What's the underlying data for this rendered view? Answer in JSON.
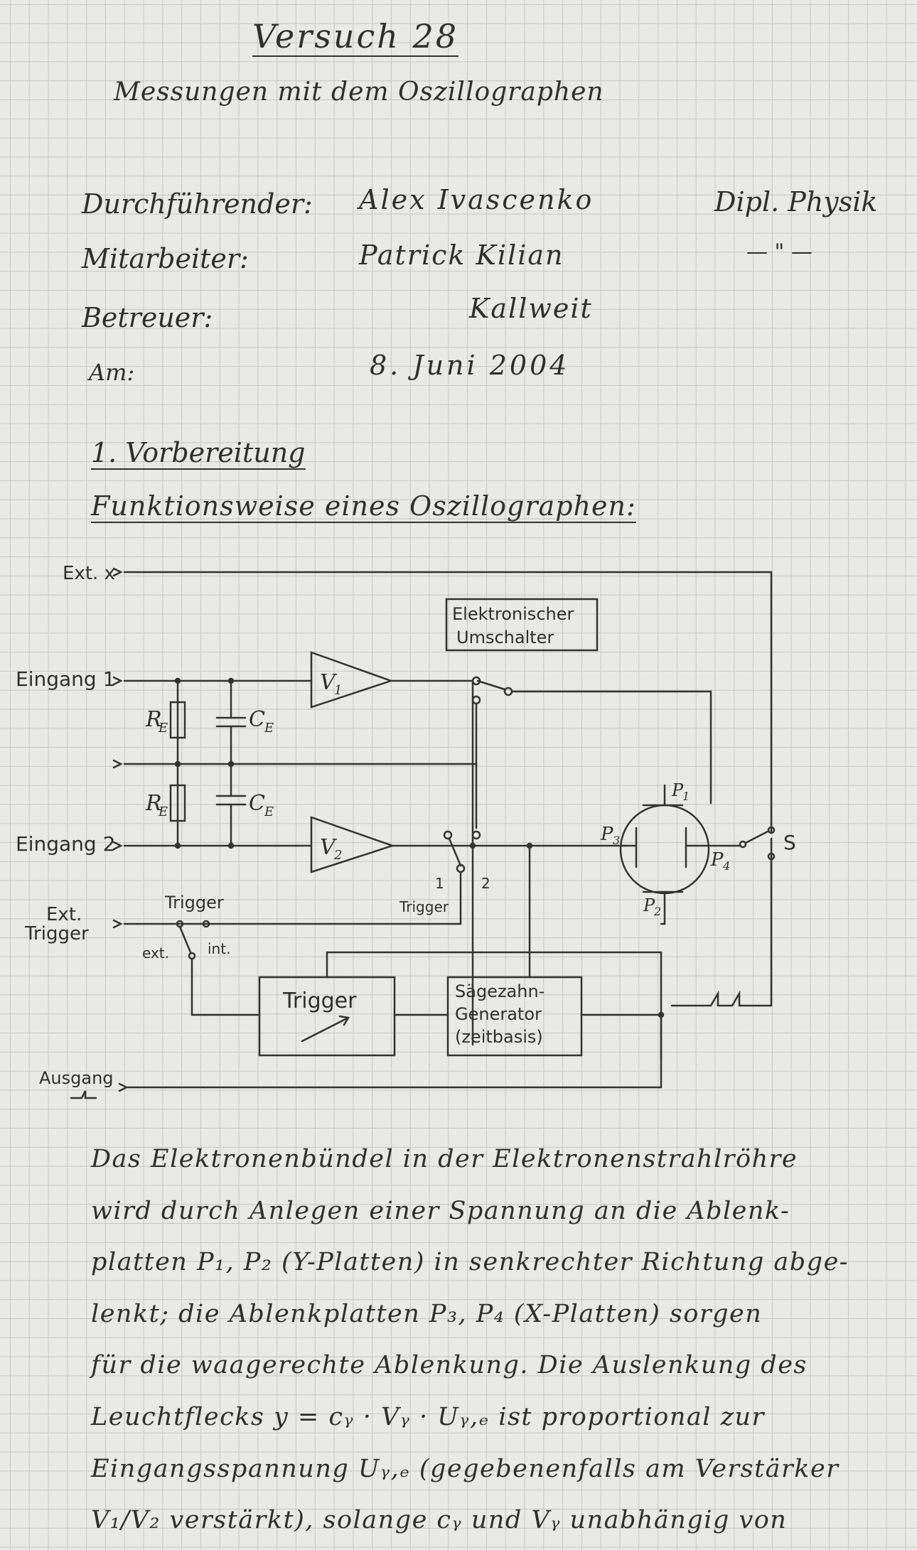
{
  "header": {
    "title": "Versuch 28",
    "subtitle": "Messungen mit dem Oszillographen"
  },
  "info": {
    "durchfuehrender_label": "Durchführender:",
    "durchfuehrender_value": "Alex Ivascenko",
    "studiengang": "Dipl. Physik",
    "mitarbeiter_label": "Mitarbeiter:",
    "mitarbeiter_value": "Patrick Kilian",
    "mitarbeiter_mark": "— \" —",
    "betreuer_label": "Betreuer:",
    "betreuer_value": "Kallweit",
    "am_label": "Am:",
    "am_value": "8. Juni 2004"
  },
  "section": {
    "heading": "1. Vorbereitung",
    "subheading": "Funktionsweise eines Oszillographen:"
  },
  "circuit": {
    "ext_x": "Ext. x",
    "eingang1": "Eingang 1",
    "eingang2": "Eingang 2",
    "ext_trigger_1": "Ext.",
    "ext_trigger_2": "Trigger",
    "ausgang": "Ausgang",
    "re": "R",
    "re_sub": "E",
    "ce": "C",
    "ce_sub": "E",
    "v1": "V",
    "v1_sub": "1",
    "v2": "V",
    "v2_sub": "2",
    "umschalter_1": "Elektronischer",
    "umschalter_2": "Umschalter",
    "trigger_top": "Trigger",
    "ext_short": "ext.",
    "int_short": "int.",
    "trigger_switch": "Trigger",
    "pos1": "1",
    "pos2": "2",
    "trigger_box": "Trigger",
    "gen_1": "Sägezahn-",
    "gen_2": "Generator",
    "gen_3": "(zeitbasis)",
    "p1": "P",
    "p1_sub": "1",
    "p2": "P",
    "p2_sub": "2",
    "p3": "P",
    "p3_sub": "3",
    "p4": "P",
    "p4_sub": "4",
    "s": "S"
  },
  "paragraph": {
    "line1": "Das Elektronenbündel in der Elektronenstrahlröhre",
    "line2": "wird durch Anlegen einer Spannung an die Ablenk-",
    "line3": "platten P₁, P₂ (Y-Platten) in senkrechter Richtung abge-",
    "line4": "lenkt; die Ablenkplatten P₃, P₄ (X-Platten) sorgen",
    "line5": "für die waagerechte Ablenkung. Die Auslenkung des",
    "line6": "Leuchtflecks  y = cᵧ · Vᵧ · Uᵧ,ₑ   ist proportional zur",
    "line7": "Eingangsspannung Uᵧ,ₑ (gegebenenfalls am Verstärker",
    "line8": "V₁/V₂ verstärkt), solange cᵧ und Vᵧ unabhängig von"
  }
}
